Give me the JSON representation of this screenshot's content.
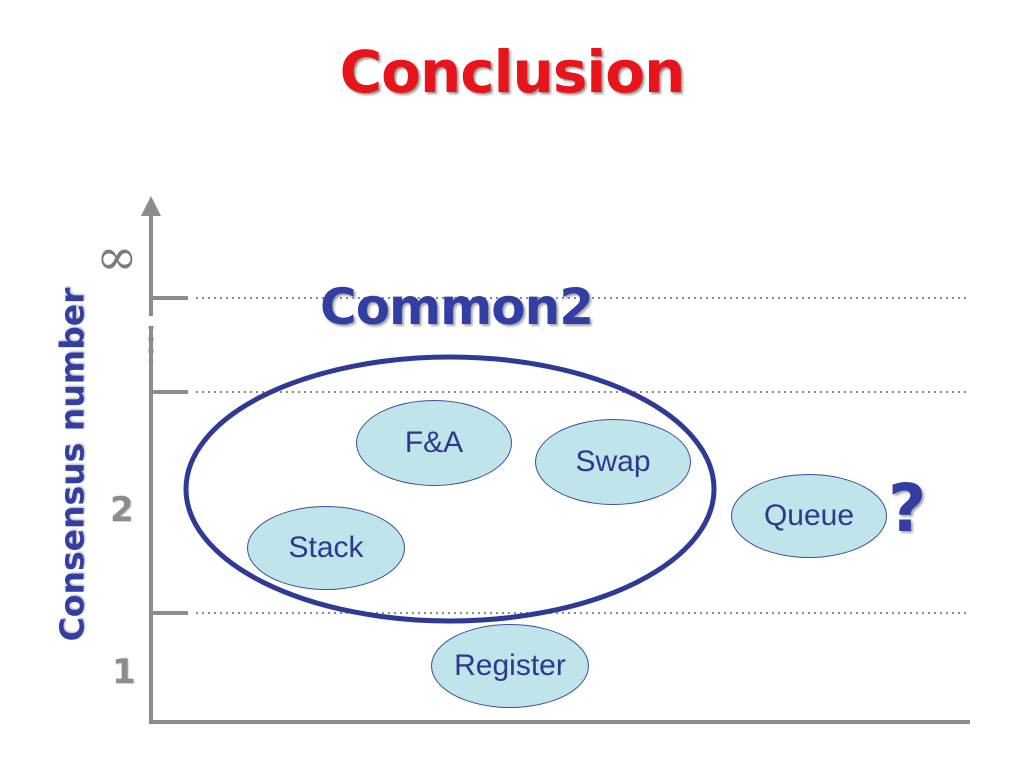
{
  "title": "Conclusion",
  "axis": {
    "y_label": "Consensus number",
    "ticks": {
      "one": "1",
      "two": "2",
      "infinity": "∞"
    }
  },
  "class_label": "Common2",
  "objects": {
    "fa": "F&A",
    "swap": "Swap",
    "stack": "Stack",
    "queue": "Queue",
    "register": "Register"
  },
  "question_mark": "?",
  "colors": {
    "title": "#e8141c",
    "accent": "#323ea2",
    "object_fill": "#bfe4ea",
    "axis": "#8c8c8c"
  }
}
